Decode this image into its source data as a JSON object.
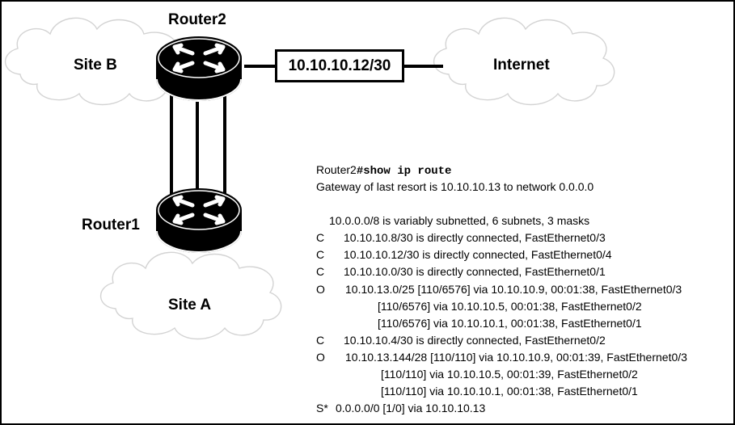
{
  "diagram": {
    "clouds": {
      "site_b": "Site B",
      "internet": "Internet",
      "site_a": "Site A"
    },
    "routers": {
      "router2": "Router2",
      "router1": "Router1"
    },
    "link_subnet": "10.10.10.12/30"
  },
  "cli": {
    "prompt": "Router2",
    "command": "#show ip route",
    "gateway_line": "Gateway of last resort is 10.10.10.13 to network 0.0.0.0",
    "summary_line": "10.0.0.0/8 is variably subnetted, 6 subnets, 3 masks",
    "routes": [
      {
        "code": "C",
        "text": "10.10.10.8/30 is directly connected, FastEthernet0/3"
      },
      {
        "code": "C",
        "text": "10.10.10.12/30 is directly connected, FastEthernet0/4"
      },
      {
        "code": "C",
        "text": "10.10.10.0/30 is directly connected, FastEthernet0/1"
      },
      {
        "code": "O",
        "text": "10.10.13.0/25 [110/6576] via 10.10.10.9, 00:01:38, FastEthernet0/3"
      },
      {
        "code": "",
        "text": "[110/6576] via 10.10.10.5, 00:01:38, FastEthernet0/2"
      },
      {
        "code": "",
        "text": "[110/6576] via 10.10.10.1, 00:01:38, FastEthernet0/1"
      },
      {
        "code": "C",
        "text": "10.10.10.4/30 is directly connected, FastEthernet0/2"
      },
      {
        "code": "O",
        "text": "10.10.13.144/28 [110/110] via 10.10.10.9, 00:01:39, FastEthernet0/3"
      },
      {
        "code": "",
        "text": "[110/110] via 10.10.10.5, 00:01:39, FastEthernet0/2"
      },
      {
        "code": "",
        "text": "[110/110] via 10.10.10.1, 00:01:38, FastEthernet0/1"
      },
      {
        "code": "S*",
        "text": "0.0.0.0/0 [1/0] via 10.10.10.13"
      }
    ]
  }
}
